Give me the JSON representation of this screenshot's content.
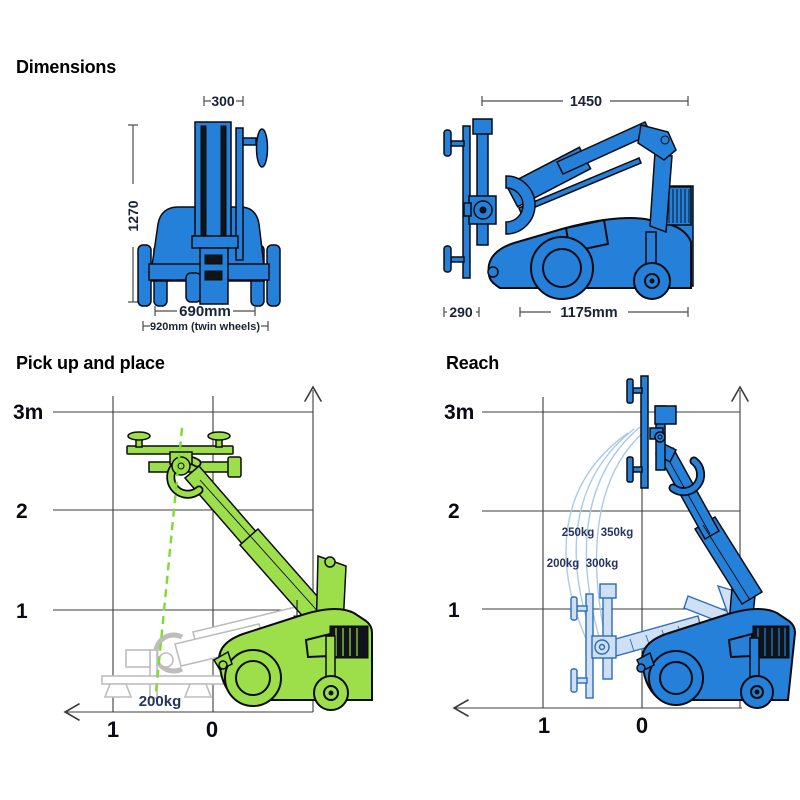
{
  "colors": {
    "machine_blue": "#2480D8",
    "machine_green": "#9DDF4B",
    "ghost_blue_fill": "#CFE0F4",
    "ghost_blue_stroke": "#2A6DB8",
    "arc_blue": "#A9CBEA",
    "ghost_gray": "#BDBDBD",
    "dashed_green": "#7EDB30",
    "label_navy": "#26355C",
    "dim_text": "#1A2238",
    "grid_line": "#3C3C3C",
    "dim_line": "#4B4B4B",
    "outline": "#0B0B10",
    "dark_fill": "#101318"
  },
  "sections": {
    "dimensions": {
      "title": "Dimensions",
      "front_view": {
        "width_top": "300",
        "height": "1270",
        "track": "690mm",
        "twin_wheels": "920mm (twin wheels)"
      },
      "side_view": {
        "length": "1450",
        "pad_offset": "290",
        "wheelbase": "1175mm"
      }
    },
    "pick_up_and_place": {
      "title": "Pick up and place",
      "y_ticks": [
        "3m",
        "2",
        "1"
      ],
      "x_ticks": [
        "1",
        "0"
      ],
      "capacity": "200kg"
    },
    "reach": {
      "title": "Reach",
      "y_ticks": [
        "3m",
        "2",
        "1"
      ],
      "x_ticks": [
        "1",
        "0"
      ],
      "capacities": [
        "250kg",
        "350kg",
        "200kg",
        "300kg"
      ]
    }
  }
}
